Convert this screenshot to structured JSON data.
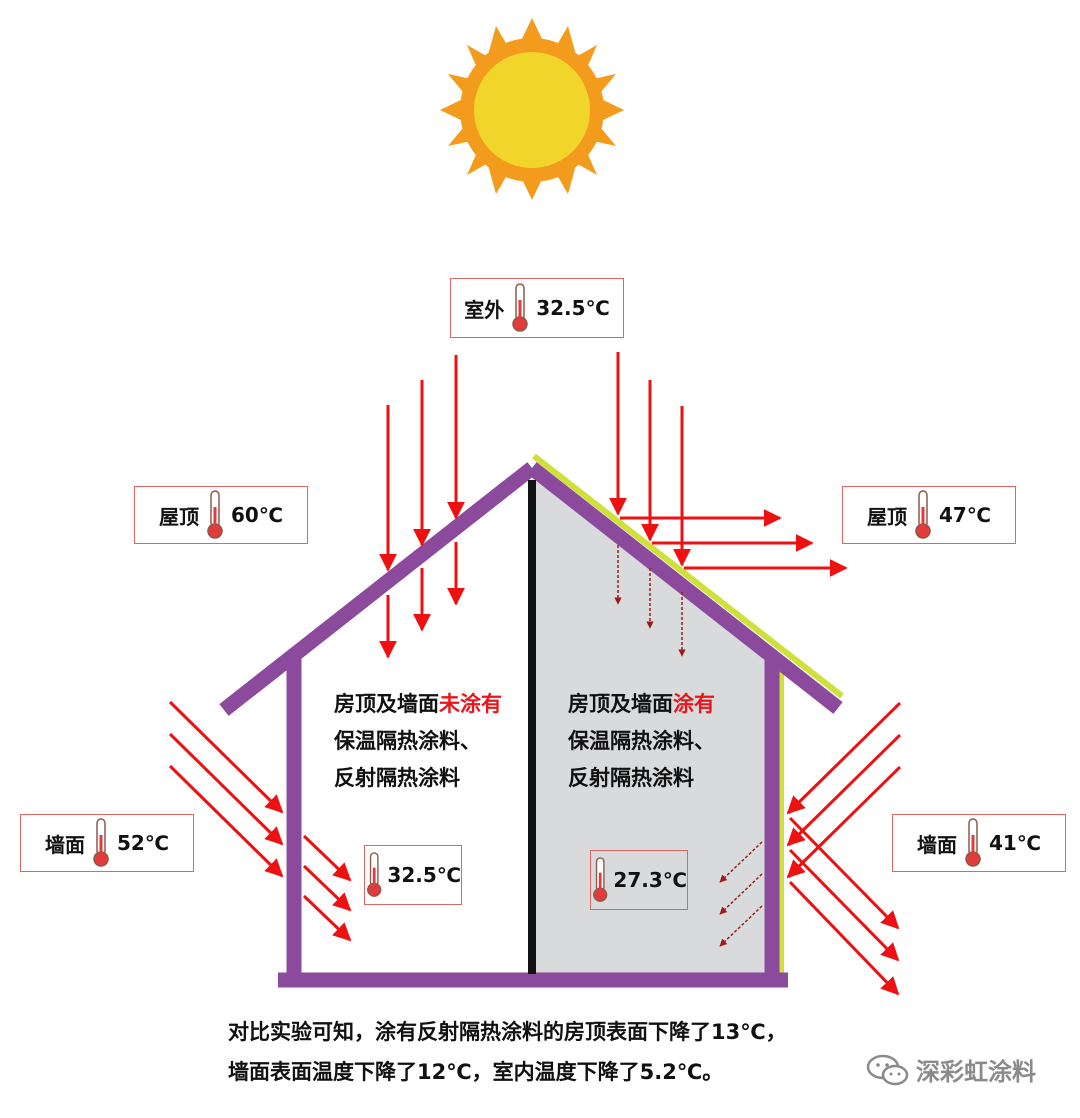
{
  "labels": {
    "outdoor": {
      "name": "室外",
      "temp": "32.5℃"
    },
    "roof_left": {
      "name": "屋顶",
      "temp": "60℃"
    },
    "roof_right": {
      "name": "屋顶",
      "temp": "47℃"
    },
    "wall_left": {
      "name": "墙面",
      "temp": "52℃"
    },
    "wall_right": {
      "name": "墙面",
      "temp": "41℃"
    },
    "indoor_left": {
      "temp": "32.5℃"
    },
    "indoor_right": {
      "temp": "27.3℃"
    }
  },
  "left_room": {
    "line1_prefix": "房顶及墙面",
    "line1_highlight": "未涂有",
    "line2": "保温隔热涂料、",
    "line3": "反射隔热涂料"
  },
  "right_room": {
    "line1_prefix": "房顶及墙面",
    "line1_highlight": "涂有",
    "line2": "保温隔热涂料、",
    "line3": "反射隔热涂料"
  },
  "footer": {
    "line1": "对比实验可知，涂有反射隔热涂料的房顶表面下降了13℃，",
    "line2": "墙面表面温度下降了12℃，室内温度下降了5.2℃。"
  },
  "watermark": {
    "text": "深彩虹涂料"
  },
  "colors": {
    "house_frame": "#8b4a9c",
    "coating": "#cfe03a",
    "arrow": "#ee1111",
    "right_room_fill": "#d9dadc",
    "sun_core": "#f2d52a",
    "sun_rays": "#f39b1c",
    "label_border": "#e06666"
  }
}
